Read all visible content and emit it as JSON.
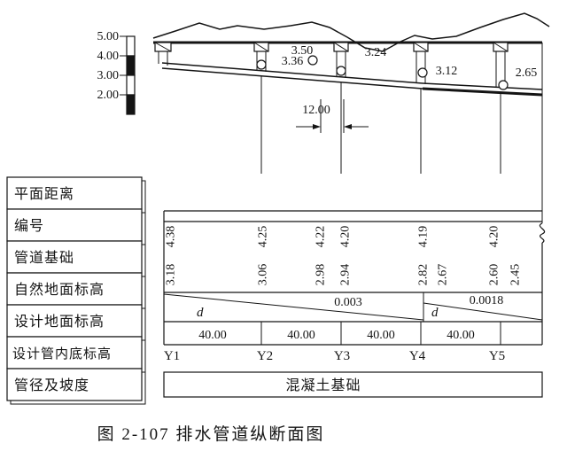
{
  "figure": {
    "caption": "图 2-107  排水管道纵断面图"
  },
  "scale_bar": {
    "labels": [
      "5.00",
      "4.00",
      "3.00",
      "2.00"
    ]
  },
  "profile": {
    "elevations": [
      "3.50",
      "3.36",
      "3.24",
      "3.12",
      "2.65"
    ],
    "dimension_label": "12.00"
  },
  "table": {
    "row_labels": [
      "平面距离",
      "编号",
      "管道基础",
      "自然地面标高",
      "设计地面标高",
      "设计管内底标高",
      "管径及坡度"
    ],
    "ground_elevations": [
      "4.38",
      "4.25",
      "4.22",
      "4.20",
      "4.19",
      "4.20"
    ],
    "invert_elevations": [
      "3.18",
      "3.06",
      "2.98",
      "2.94",
      "2.82",
      "2.67",
      "2.60",
      "2.45"
    ],
    "slope_segments": [
      {
        "diameter_label": "d",
        "slope": "0.003"
      },
      {
        "diameter_label": "d",
        "slope": "0.0018"
      }
    ],
    "distances": [
      "40.00",
      "40.00",
      "40.00",
      "40.00"
    ],
    "manhole_ids": [
      "Y1",
      "Y2",
      "Y3",
      "Y4",
      "Y5"
    ],
    "foundation_label": "混凝土基础"
  }
}
